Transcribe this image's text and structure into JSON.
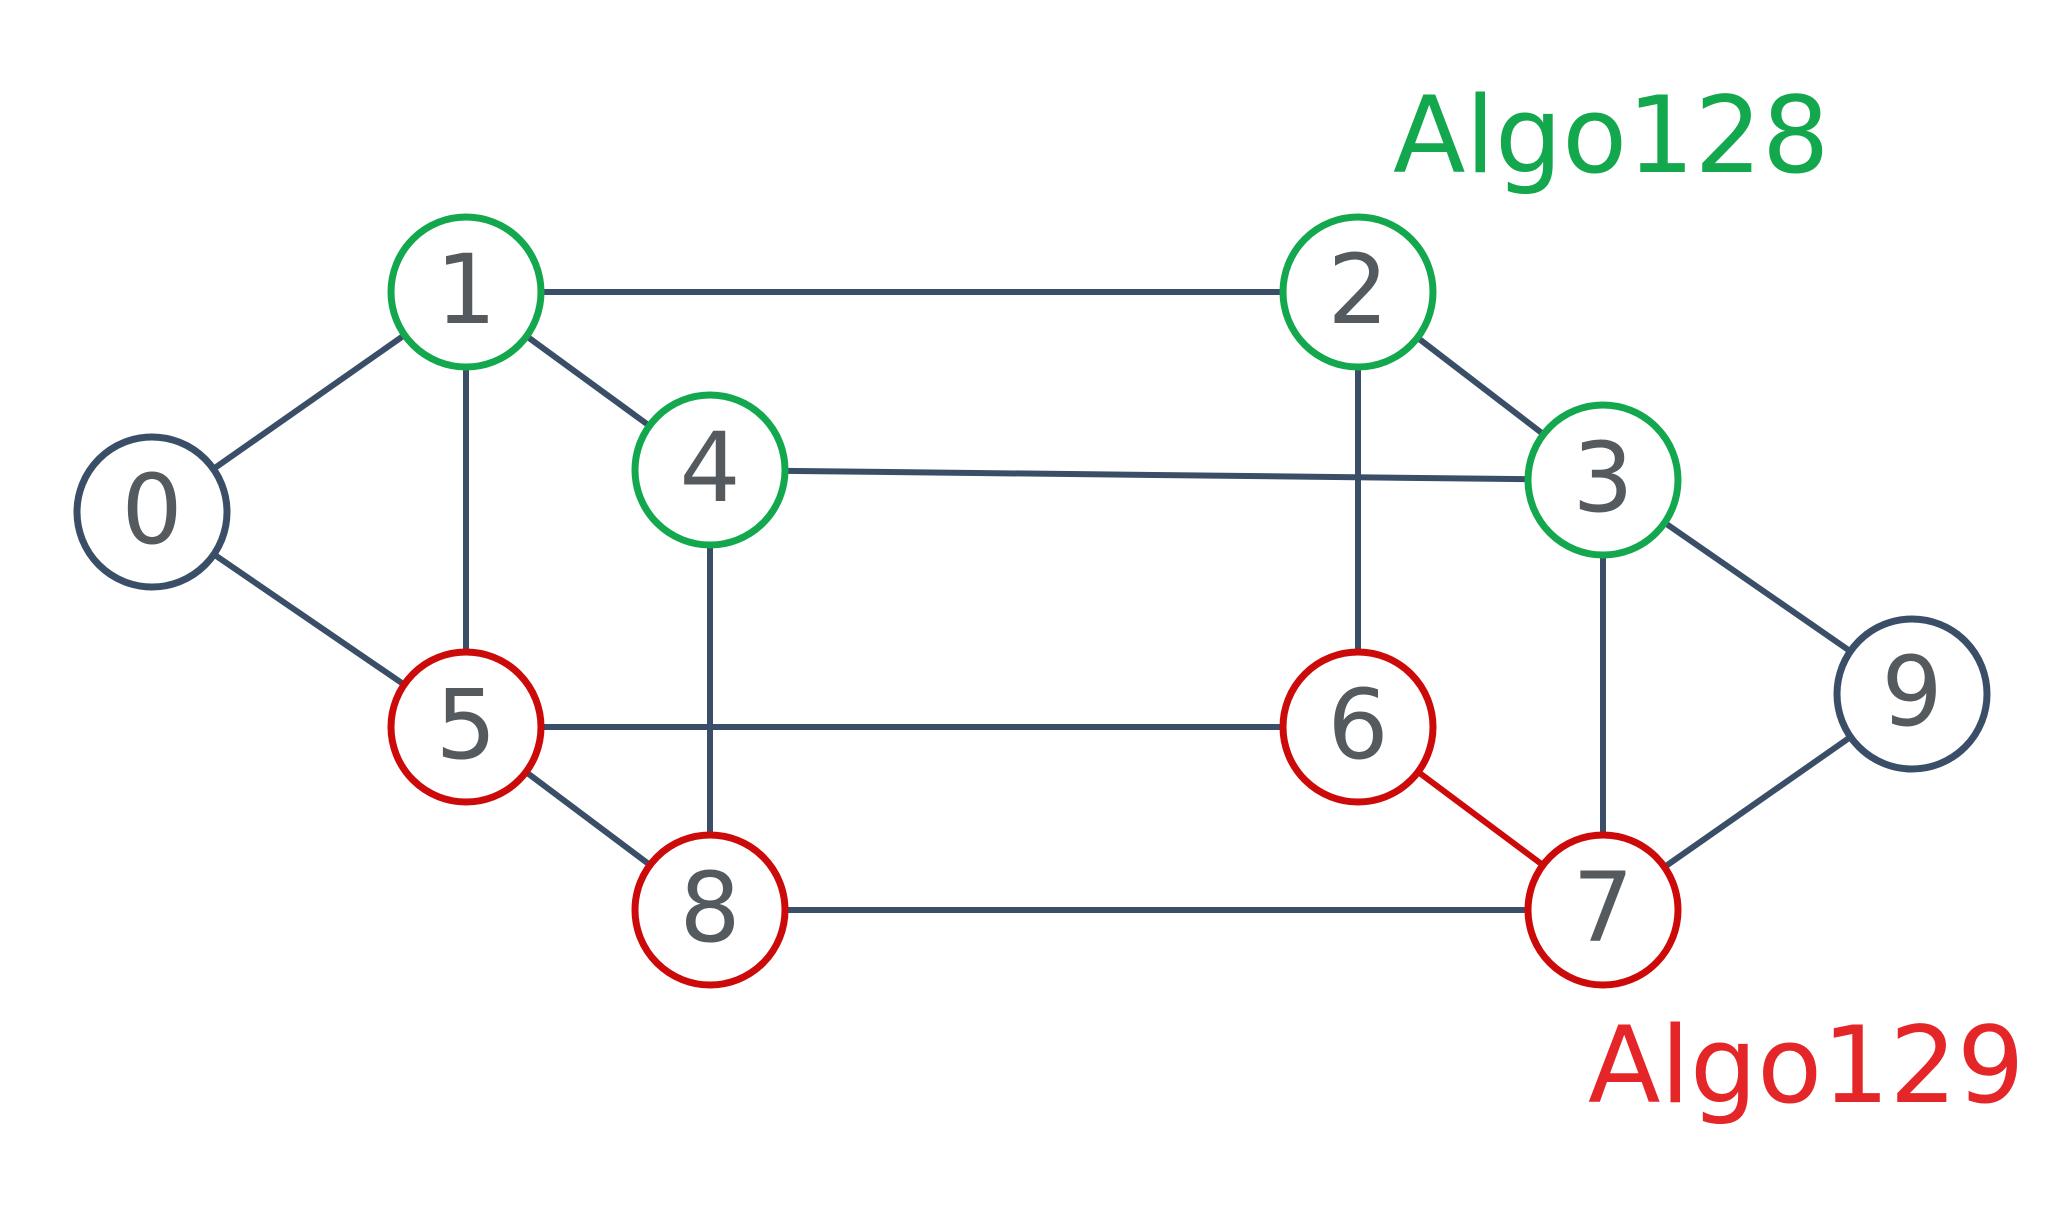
{
  "colors": {
    "default": "#3a4e68",
    "green": "#13a84d",
    "red": "#cc0a0a",
    "red_label": "#e52628",
    "label_text": "#545a5e"
  },
  "group_labels": [
    {
      "id": "algo128",
      "text": "Algo128",
      "color": "green"
    },
    {
      "id": "algo129",
      "text": "Algo129",
      "color": "red_label"
    }
  ],
  "nodes": [
    {
      "id": "0",
      "label": "0",
      "group": "default"
    },
    {
      "id": "1",
      "label": "1",
      "group": "green"
    },
    {
      "id": "2",
      "label": "2",
      "group": "green"
    },
    {
      "id": "3",
      "label": "3",
      "group": "green"
    },
    {
      "id": "4",
      "label": "4",
      "group": "green"
    },
    {
      "id": "5",
      "label": "5",
      "group": "red"
    },
    {
      "id": "6",
      "label": "6",
      "group": "red"
    },
    {
      "id": "7",
      "label": "7",
      "group": "red"
    },
    {
      "id": "8",
      "label": "8",
      "group": "red"
    },
    {
      "id": "9",
      "label": "9",
      "group": "default"
    }
  ],
  "edges": [
    {
      "from": "0",
      "to": "1",
      "color": "default"
    },
    {
      "from": "0",
      "to": "5",
      "color": "default"
    },
    {
      "from": "1",
      "to": "2",
      "color": "default"
    },
    {
      "from": "1",
      "to": "4",
      "color": "default"
    },
    {
      "from": "1",
      "to": "5",
      "color": "default"
    },
    {
      "from": "2",
      "to": "3",
      "color": "default"
    },
    {
      "from": "2",
      "to": "6",
      "color": "default"
    },
    {
      "from": "4",
      "to": "3",
      "color": "default"
    },
    {
      "from": "4",
      "to": "8",
      "color": "default"
    },
    {
      "from": "3",
      "to": "9",
      "color": "default"
    },
    {
      "from": "3",
      "to": "7",
      "color": "default"
    },
    {
      "from": "5",
      "to": "6",
      "color": "default"
    },
    {
      "from": "5",
      "to": "8",
      "color": "default"
    },
    {
      "from": "6",
      "to": "7",
      "color": "red"
    },
    {
      "from": "8",
      "to": "7",
      "color": "default"
    },
    {
      "from": "9",
      "to": "7",
      "color": "default"
    }
  ]
}
